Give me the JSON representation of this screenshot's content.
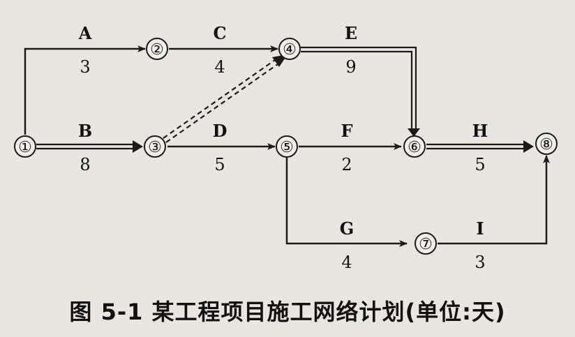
{
  "caption": "图 5-1   某工程项目施工网络计划(单位:天)",
  "colors": {
    "line": "#1a1a1a",
    "node_fill": "#f2efeb"
  },
  "nodes": [
    {
      "id": "n1",
      "label": "①"
    },
    {
      "id": "n2",
      "label": "②"
    },
    {
      "id": "n3",
      "label": "③"
    },
    {
      "id": "n4",
      "label": "④"
    },
    {
      "id": "n5",
      "label": "⑤"
    },
    {
      "id": "n6",
      "label": "⑥"
    },
    {
      "id": "n7",
      "label": "⑦"
    },
    {
      "id": "n8",
      "label": "⑧"
    }
  ],
  "activities": [
    {
      "name": "A",
      "duration": "3",
      "from": "①",
      "to": "②",
      "critical": false
    },
    {
      "name": "B",
      "duration": "8",
      "from": "①",
      "to": "③",
      "critical": true
    },
    {
      "name": "C",
      "duration": "4",
      "from": "②",
      "to": "④",
      "critical": false
    },
    {
      "name": "D",
      "duration": "5",
      "from": "③",
      "to": "⑤",
      "critical": false
    },
    {
      "name": "E",
      "duration": "9",
      "from": "④",
      "to": "⑥",
      "critical": true
    },
    {
      "name": "F",
      "duration": "2",
      "from": "⑤",
      "to": "⑥",
      "critical": false
    },
    {
      "name": "G",
      "duration": "4",
      "from": "⑤",
      "to": "⑦",
      "critical": false
    },
    {
      "name": "H",
      "duration": "5",
      "from": "⑥",
      "to": "⑧",
      "critical": true
    },
    {
      "name": "I",
      "duration": "3",
      "from": "⑦",
      "to": "⑧",
      "critical": false
    }
  ],
  "dummy_activities": [
    {
      "from": "③",
      "to": "④",
      "style": "dashed double",
      "critical": true
    }
  ]
}
